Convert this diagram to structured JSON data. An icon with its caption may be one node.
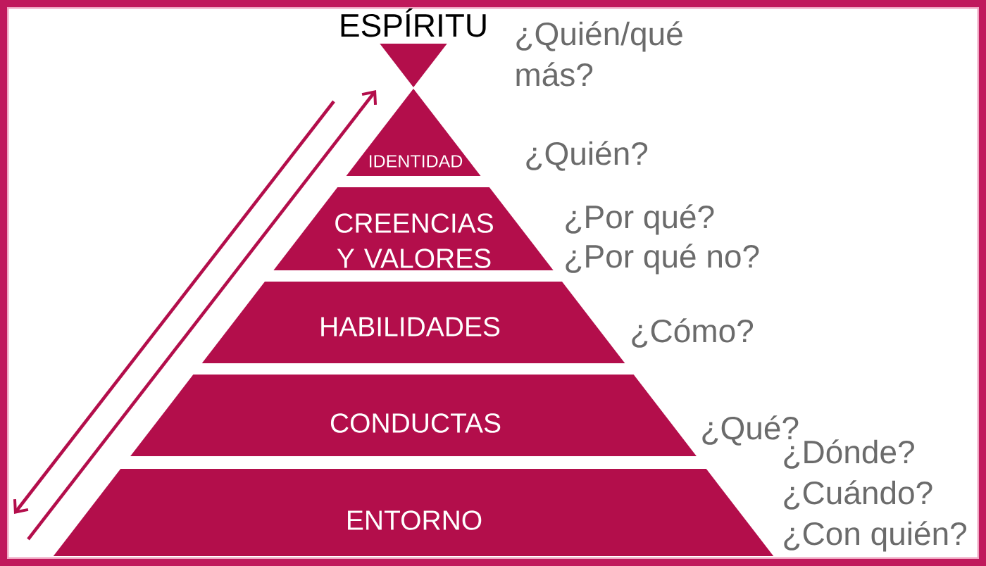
{
  "diagram": {
    "nodes": [
      {
        "text": [
          "ESPÍRITU"
        ]
      },
      {
        "text": [
          "IDENTIDAD"
        ]
      },
      {
        "text": [
          "CREENCIAS Y VALORES"
        ],
        "beside": [
          "¿Por qué?",
          "¿Por qué no?"
        ]
      },
      {
        "text": [
          "HABILIDADES"
        ],
        "beside": [
          "¿Cómo?"
        ]
      },
      {
        "text": [
          "CONDUCTAS"
        ],
        "beside": [
          "¿Qué?"
        ]
      },
      {
        "text": [
          "ENTORNO"
        ],
        "beside": [
          "¿Dónde?",
          "¿Cuándo?",
          "¿Con quién?"
        ]
      }
    ],
    "labels": [
      "¿Quién/qué más?",
      "¿Quién?"
    ]
  }
}
